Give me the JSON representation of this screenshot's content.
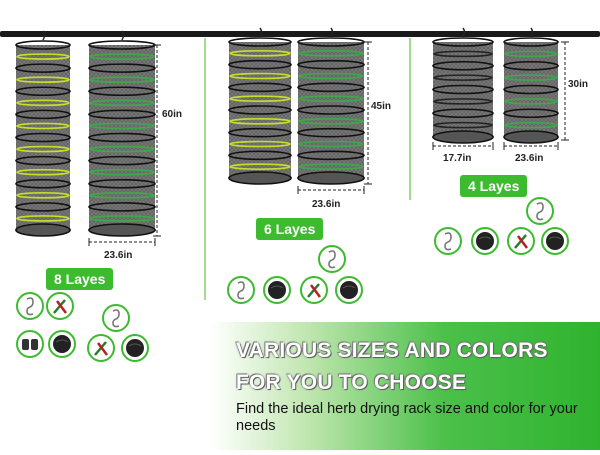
{
  "products": [
    {
      "id": "8",
      "layers_label": "8 Layes",
      "height_label": "60in",
      "width_label": "23.6in"
    },
    {
      "id": "6",
      "layers_label": "6 Layes",
      "height_label": "45in",
      "width_label": "23.6in"
    },
    {
      "id": "4",
      "layers_label": "4 Layes",
      "height_label": "30in",
      "width_label_small": "17.7in",
      "width_label": "23.6in"
    }
  ],
  "headline": {
    "line1": "VARIOUS SIZES AND COLORS",
    "line2": "FOR YOU TO CHOOSE"
  },
  "subtext": "Find the ideal herb drying rack size and color for your needs",
  "colors": {
    "accent": "#3dbb2e",
    "mesh": "#5a5a5a",
    "band_yellow": "#c6e02a",
    "band_green": "#3fa84a",
    "pole": "#1a1a1a"
  },
  "icons": {
    "set8": [
      "s-hook-icon",
      "pruning-shears-icon",
      "gloves-icon",
      "storage-bag-icon",
      "s-hook-icon",
      "pruning-shears-icon",
      "storage-bag-icon"
    ],
    "set6": [
      "s-hook-icon",
      "s-hook-icon",
      "storage-bag-icon",
      "pruning-shears-icon",
      "storage-bag-icon"
    ],
    "set4": [
      "s-hook-icon",
      "s-hook-icon",
      "storage-bag-icon",
      "pruning-shears-icon",
      "storage-bag-icon"
    ]
  }
}
